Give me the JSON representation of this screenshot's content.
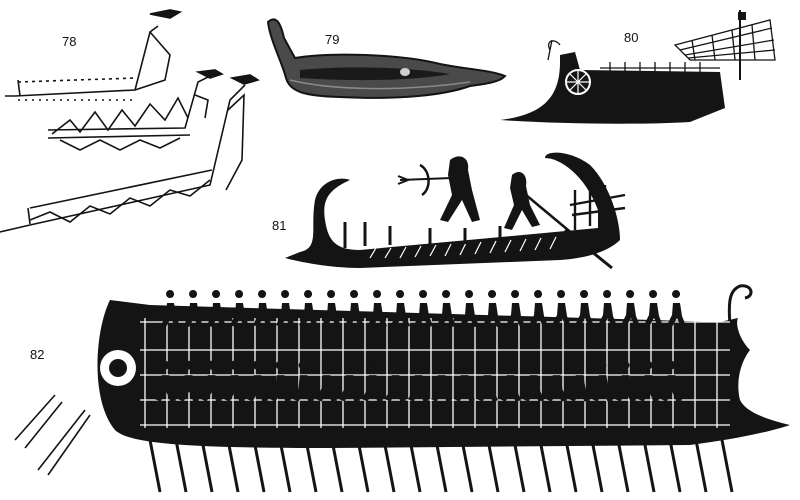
{
  "figures": [
    {
      "label": "78"
    },
    {
      "label": "79"
    },
    {
      "label": "80"
    },
    {
      "label": "81"
    },
    {
      "label": "82"
    }
  ],
  "colors": {
    "ink": "#141414",
    "paper": "#ffffff",
    "stone": "#4a4a4a"
  }
}
